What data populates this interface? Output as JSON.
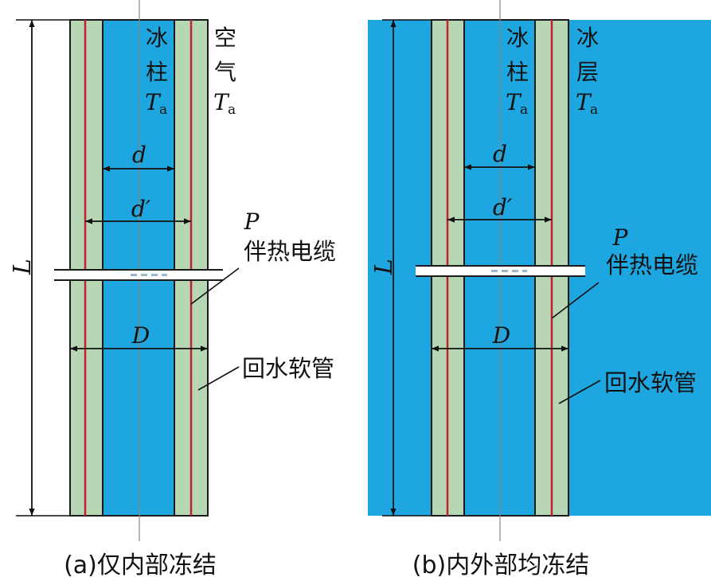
{
  "colors": {
    "ice": "#1da6df",
    "hose": "#b6d6b4",
    "cable": "#c0232e",
    "outline": "#1a1a1a",
    "axis": "#888888",
    "background": "#ffffff"
  },
  "left_panel": {
    "caption": "(a)仅内部冻结",
    "core_label_1": "冰",
    "core_label_2": "柱",
    "core_temp_symbol": "T",
    "core_temp_sub": "a",
    "outer_label_1": "空",
    "outer_label_2": "气",
    "outer_temp_symbol": "T",
    "outer_temp_sub": "a",
    "inner_diameter": "d",
    "mid_diameter": "d′",
    "outer_diameter": "D",
    "length": "L",
    "section_point": "P",
    "cable_label": "伴热电缆",
    "hose_label": "回水软管"
  },
  "right_panel": {
    "caption": "(b)内外部均冻结",
    "core_label_1": "冰",
    "core_label_2": "柱",
    "core_temp_symbol": "T",
    "core_temp_sub": "a",
    "outer_label_1": "冰",
    "outer_label_2": "层",
    "outer_temp_symbol": "T",
    "outer_temp_sub": "a",
    "inner_diameter": "d",
    "mid_diameter": "d′",
    "outer_diameter": "D",
    "length": "L",
    "section_point": "P",
    "cable_label": "伴热电缆",
    "hose_label": "回水软管"
  }
}
